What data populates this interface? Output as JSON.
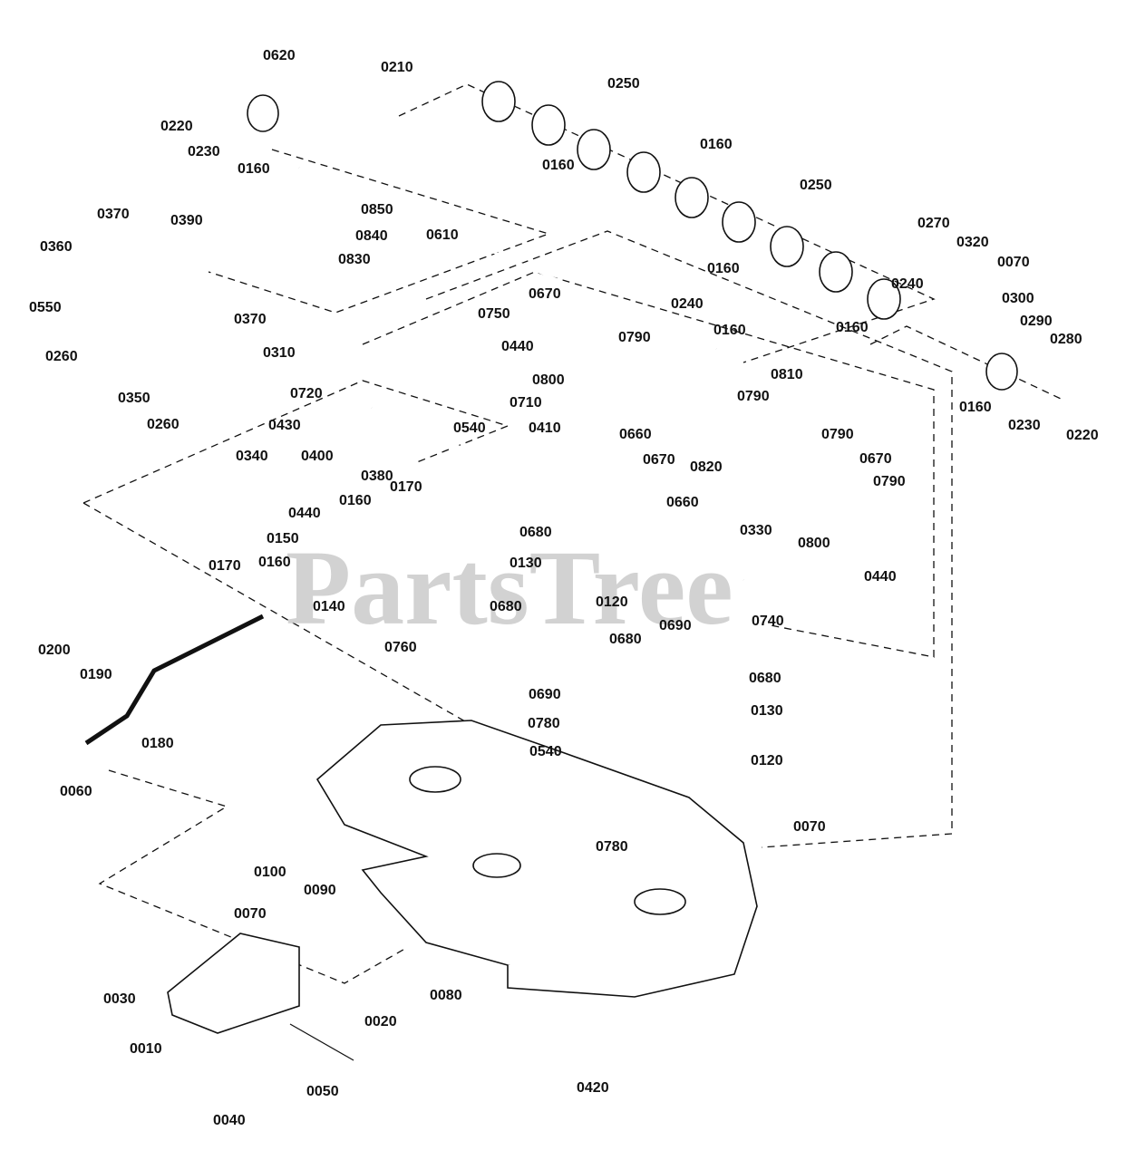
{
  "watermark": "PartsTree",
  "labels": [
    "0620",
    "0210",
    "0250",
    "0220",
    "0230",
    "0160",
    "0160",
    "0160",
    "0250",
    "0370",
    "0390",
    "0850",
    "0840",
    "0830",
    "0610",
    "0360",
    "0270",
    "0320",
    "0070",
    "0550",
    "0370",
    "0260",
    "0310",
    "0670",
    "0750",
    "0240",
    "0160",
    "0240",
    "0300",
    "0160",
    "0290",
    "0280",
    "0440",
    "0790",
    "0160",
    "0800",
    "0810",
    "0710",
    "0720",
    "0790",
    "0350",
    "0160",
    "0230",
    "0220",
    "0540",
    "0410",
    "0660",
    "0430",
    "0400",
    "0820",
    "0790",
    "0260",
    "0340",
    "0380",
    "0670",
    "0670",
    "0790",
    "0160",
    "0170",
    "0440",
    "0660",
    "0680",
    "0150",
    "0330",
    "0800",
    "0170",
    "0160",
    "0130",
    "0440",
    "0140",
    "0120",
    "0740",
    "0680",
    "0760",
    "0680",
    "0690",
    "0200",
    "0190",
    "0690",
    "0680",
    "0130",
    "0180",
    "0780",
    "0540",
    "0120",
    "0060",
    "0070",
    "0780",
    "0100",
    "0090",
    "0070",
    "0030",
    "0080",
    "0020",
    "0010",
    "0050",
    "0420",
    "0040"
  ]
}
